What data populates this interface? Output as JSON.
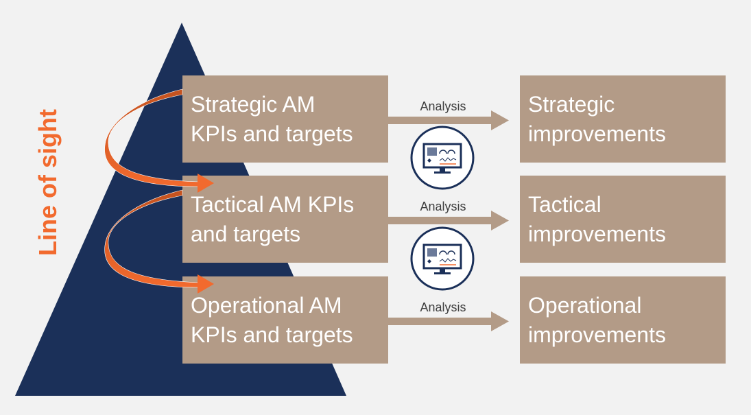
{
  "side_label": "Line of sight",
  "colors": {
    "background": "#f2f2f2",
    "pyramid": "#1b3059",
    "box": "#b39b87",
    "accent_orange": "#f26a2e",
    "arrow": "#b39b87"
  },
  "levels": [
    {
      "kpi_lines": [
        "Strategic AM",
        "KPIs and targets"
      ],
      "analysis_label": "Analysis",
      "improvement_lines": [
        "Strategic",
        "improvements"
      ]
    },
    {
      "kpi_lines": [
        "Tactical AM KPIs",
        "and targets"
      ],
      "analysis_label": "Analysis",
      "improvement_lines": [
        "Tactical",
        "improvements"
      ]
    },
    {
      "kpi_lines": [
        "Operational AM",
        "KPIs and targets"
      ],
      "analysis_label": "Analysis",
      "improvement_lines": [
        "Operational",
        "improvements"
      ]
    }
  ],
  "icons": [
    "dashboard-monitor-icon",
    "dashboard-monitor-icon"
  ]
}
